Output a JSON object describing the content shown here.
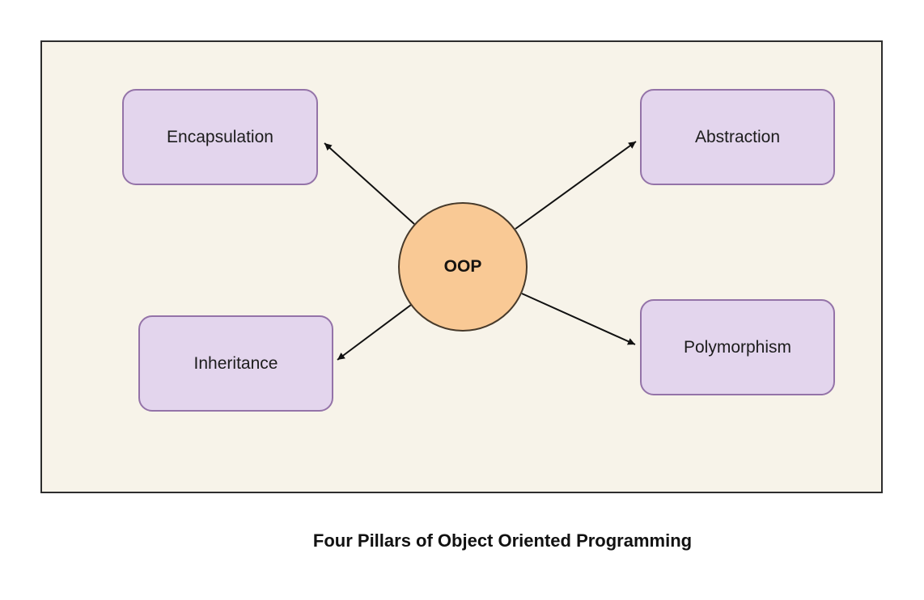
{
  "diagram": {
    "caption": "Four Pillars of Object Oriented Programming",
    "center": {
      "label": "OOP"
    },
    "nodes": [
      {
        "id": "encapsulation",
        "label": "Encapsulation"
      },
      {
        "id": "abstraction",
        "label": "Abstraction"
      },
      {
        "id": "inheritance",
        "label": "Inheritance"
      },
      {
        "id": "polymorphism",
        "label": "Polymorphism"
      }
    ],
    "edges": [
      {
        "from": "OOP",
        "to": "Encapsulation"
      },
      {
        "from": "OOP",
        "to": "Abstraction"
      },
      {
        "from": "OOP",
        "to": "Inheritance"
      },
      {
        "from": "OOP",
        "to": "Polymorphism"
      }
    ],
    "colors": {
      "page_background": "#ffffff",
      "canvas_background": "#f7f3e9",
      "canvas_border": "#2d2d2d",
      "node_fill": "#e3d5ed",
      "node_border": "#9473a8",
      "center_fill": "#f9c995",
      "center_border": "#473a2b",
      "arrow": "#111111",
      "text": "#1c1c1c"
    }
  }
}
